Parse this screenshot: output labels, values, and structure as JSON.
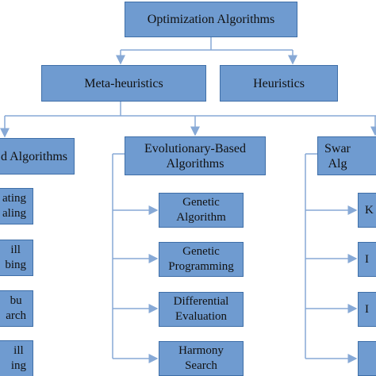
{
  "colors": {
    "box_fill": "#6f9bd0",
    "box_border": "#3f6fa8",
    "connector": "#87a9d6",
    "text": "#111111"
  },
  "nodes": {
    "root": "Optimization Algorithms",
    "meta_heuristics": "Meta-heuristics",
    "heuristics": "Heuristics",
    "left_category": "d Algorithms",
    "center_category": [
      "Evolutionary-Based",
      "Algorithms"
    ],
    "right_category": [
      "Swar",
      "Alg"
    ],
    "left_leaves": [
      [
        "ating",
        "aling"
      ],
      [
        "ill",
        "bing"
      ],
      [
        "bu",
        "arch"
      ],
      [
        "ill",
        "ing"
      ]
    ],
    "center_leaves": [
      [
        "Genetic",
        "Algorithm"
      ],
      [
        "Genetic",
        "Programming"
      ],
      [
        "Differential",
        "Evaluation"
      ],
      [
        "Harmony",
        "Search"
      ]
    ],
    "right_leaves": [
      [
        "K"
      ],
      [
        "I"
      ],
      [
        "I"
      ],
      [
        ""
      ]
    ]
  }
}
